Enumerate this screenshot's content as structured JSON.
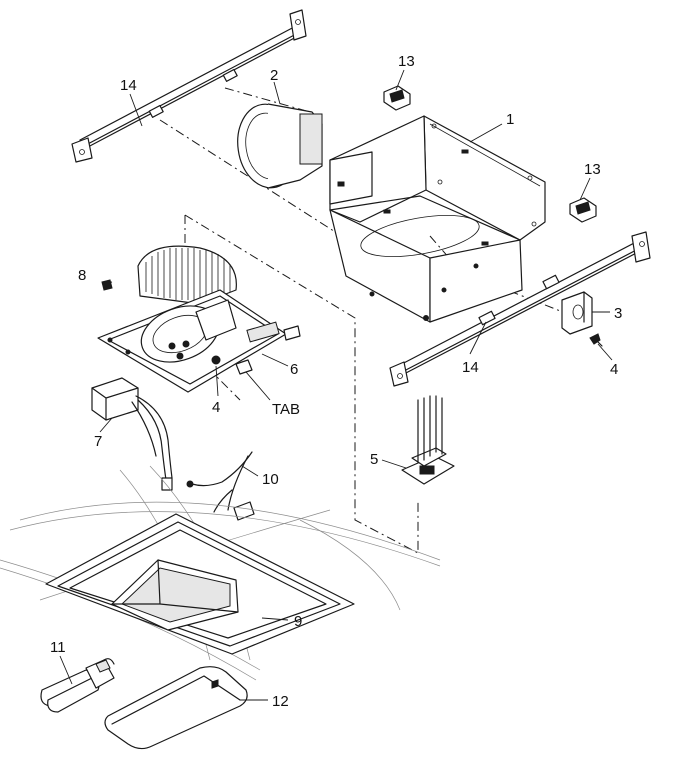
{
  "callouts": {
    "c1": "1",
    "c2": "2",
    "c3": "3",
    "c4a": "4",
    "c4b": "4",
    "c5": "5",
    "c6": "6",
    "c7": "7",
    "c8": "8",
    "c9": "9",
    "c10": "10",
    "c11": "11",
    "c12": "12",
    "c13a": "13",
    "c13b": "13",
    "c14a": "14",
    "c14b": "14",
    "tab": "TAB"
  }
}
